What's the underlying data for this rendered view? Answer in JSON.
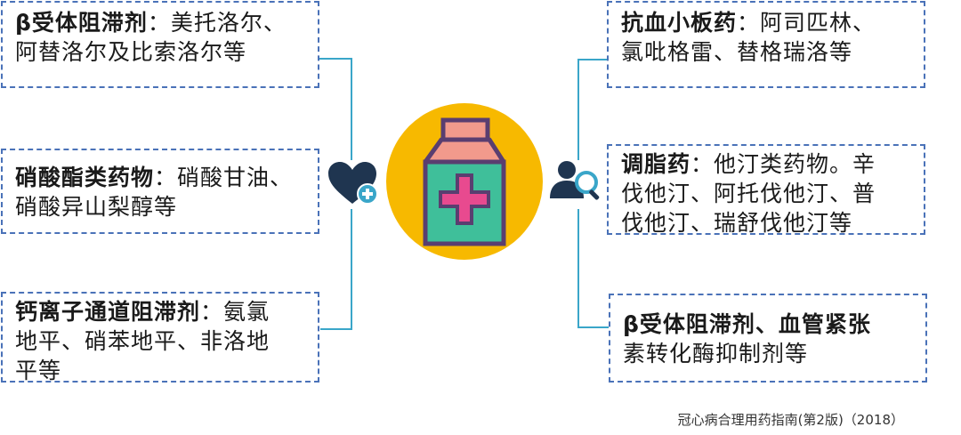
{
  "left_boxes": [
    {
      "label": "β受体阻滞剂",
      "sep": "：",
      "line1_rest": "美托洛尔、",
      "line2": "阿替洛尔及比索洛尔等"
    },
    {
      "label": "硝酸酯类药物",
      "sep": "：",
      "line1_rest": "硝酸甘油、",
      "line2": "硝酸异山梨醇等"
    },
    {
      "label": "钙离子通道阻滞剂",
      "sep": "：",
      "line1_rest": "氨氯",
      "line2": "地平、硝苯地平、非洛地",
      "line3": "平等"
    }
  ],
  "right_boxes": [
    {
      "label": "抗血小板药",
      "sep": "：",
      "line1_rest": "阿司匹林、",
      "line2": "氯吡格雷、替格瑞洛等"
    },
    {
      "label": "调脂药",
      "sep": "：",
      "line1_rest": "他汀类药物。辛",
      "line2": "伐他汀、阿托伐他汀、普",
      "line3": "伐他汀、瑞舒伐他汀等"
    },
    {
      "label": "β受体阻滞剂、血管紧张",
      "line2": "素转化酶抑制剂等"
    }
  ],
  "icons": {
    "left": "heart-plus-icon",
    "center": "medicine-bottle-icon",
    "right": "user-search-icon"
  },
  "colors": {
    "box_border": "#4a72b8",
    "connector": "#3aa6c9",
    "circle": "#f7b900",
    "bottle_body": "#3fbf9a",
    "cross": "#e84a8f",
    "heart": "#1f3550"
  },
  "citation": "冠心病合理用药指南(第2版)（2018）"
}
